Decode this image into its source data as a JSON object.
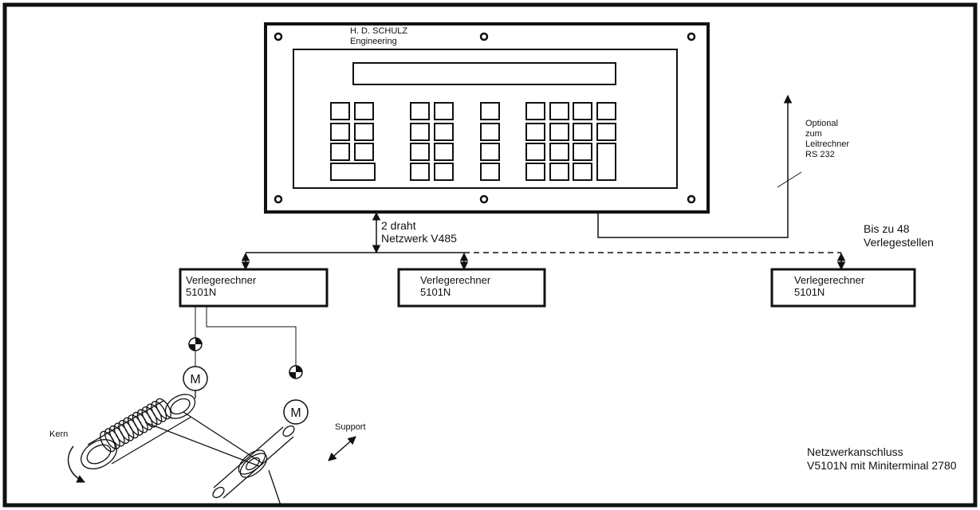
{
  "terminal": {
    "brand_line1": "H. D. SCHULZ",
    "brand_line2": "Engineering"
  },
  "network": {
    "label_line1": "2 draht",
    "label_line2": "Netzwerk V485",
    "max_line1": "Bis zu 48",
    "max_line2": "Verlegestellen"
  },
  "optional": {
    "line1": "Optional",
    "line2": "zum",
    "line3": "Leitrechner",
    "line4": "RS 232"
  },
  "computers": [
    {
      "name": "Verlegerechner",
      "model": "5101N"
    },
    {
      "name": "Verlegerechner",
      "model": "5101N"
    },
    {
      "name": "Verlegerechner",
      "model": "5101N"
    }
  ],
  "motors": [
    {
      "symbol": "M"
    },
    {
      "symbol": "M"
    }
  ],
  "mechanics": {
    "kern_label": "Kern",
    "support_label": "Support"
  },
  "caption": {
    "line1": "Netzwerkanschluss",
    "line2": "V5101N mit Miniterminal 2780"
  }
}
